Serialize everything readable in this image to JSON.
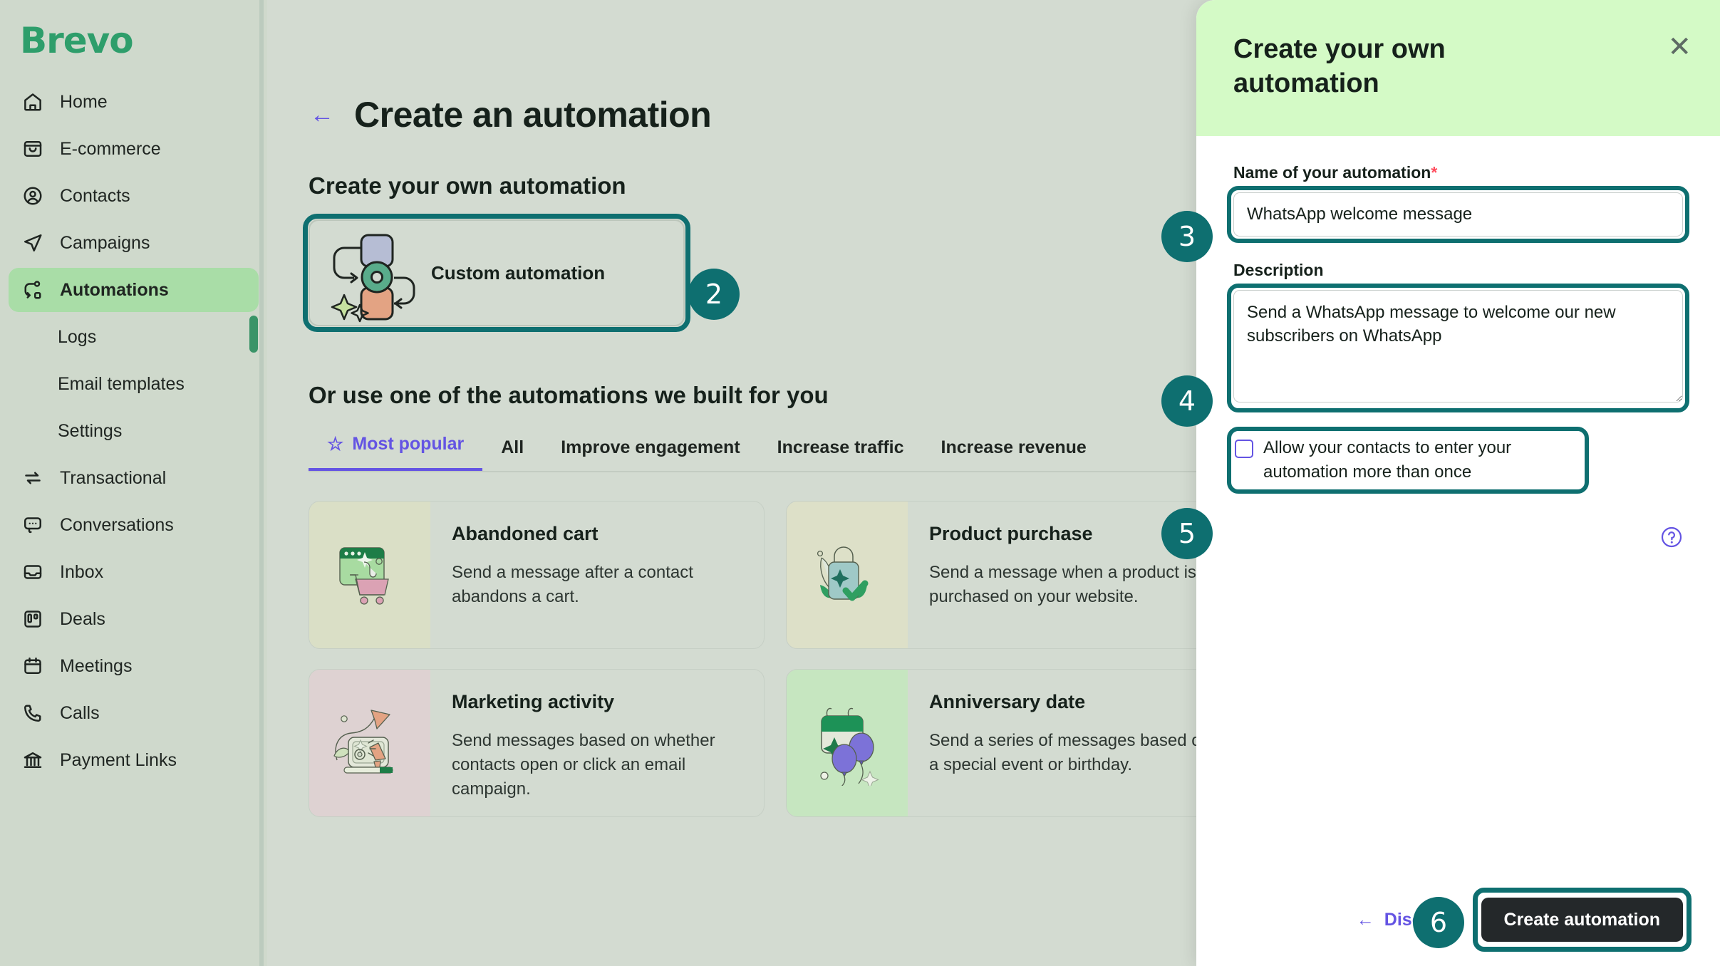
{
  "brand": {
    "name": "Brevo"
  },
  "sidebar": {
    "items": [
      {
        "label": "Home",
        "icon": "home-icon",
        "type": "top",
        "active": false
      },
      {
        "label": "E-commerce",
        "icon": "shopping-bag-icon",
        "type": "top",
        "active": false
      },
      {
        "label": "Contacts",
        "icon": "user-circle-icon",
        "type": "top",
        "active": false
      },
      {
        "label": "Campaigns",
        "icon": "paper-plane-icon",
        "type": "top",
        "active": false
      },
      {
        "label": "Automations",
        "icon": "automation-flow-icon",
        "type": "top",
        "active": true
      },
      {
        "label": "Logs",
        "icon": "",
        "type": "sub",
        "active": false
      },
      {
        "label": "Email templates",
        "icon": "",
        "type": "sub",
        "active": false
      },
      {
        "label": "Settings",
        "icon": "",
        "type": "sub",
        "active": false
      },
      {
        "label": "Transactional",
        "icon": "exchange-arrows-icon",
        "type": "top",
        "active": false
      },
      {
        "label": "Conversations",
        "icon": "chat-bubble-icon",
        "type": "top",
        "active": false
      },
      {
        "label": "Inbox",
        "icon": "inbox-tray-icon",
        "type": "top",
        "active": false
      },
      {
        "label": "Deals",
        "icon": "board-columns-icon",
        "type": "top",
        "active": false
      },
      {
        "label": "Meetings",
        "icon": "calendar-icon",
        "type": "top",
        "active": false
      },
      {
        "label": "Calls",
        "icon": "phone-icon",
        "type": "top",
        "active": false
      },
      {
        "label": "Payment Links",
        "icon": "bank-icon",
        "type": "top",
        "active": false
      }
    ]
  },
  "main": {
    "page_title": "Create an automation",
    "back_arrow": "←",
    "section_own": "Create your own automation",
    "custom_card_label": "Custom automation",
    "section_templates": "Or use one of the automations we built for you",
    "tabs": [
      {
        "label": "Most popular",
        "icon": "star-icon",
        "active": true
      },
      {
        "label": "All",
        "icon": "",
        "active": false
      },
      {
        "label": "Improve engagement",
        "icon": "",
        "active": false
      },
      {
        "label": "Increase traffic",
        "icon": "",
        "active": false
      },
      {
        "label": "Increase revenue",
        "icon": "",
        "active": false
      }
    ],
    "templates": [
      {
        "name": "Abandoned cart",
        "desc": "Send a message after a contact abandons a cart.",
        "art": "abandoned-cart-art",
        "art_bg": "#dadfc6"
      },
      {
        "name": "Product purchase",
        "desc": "Send a message when a product is purchased on your website.",
        "art": "product-purchase-art",
        "art_bg": "#dde0c8"
      },
      {
        "name": "Marketing activity",
        "desc": "Send messages based on whether contacts open or click an email campaign.",
        "art": "marketing-activity-art",
        "art_bg": "#ded2d2"
      },
      {
        "name": "Anniversary date",
        "desc": "Send a series of messages based on a special event or birthday.",
        "art": "anniversary-date-art",
        "art_bg": "#c6e6c0"
      }
    ]
  },
  "panel": {
    "title": "Create your own automation",
    "close_label": "✕",
    "name_label": "Name of your automation",
    "name_required_mark": "*",
    "name_value": "WhatsApp welcome message",
    "name_placeholder": "Name of your automation",
    "description_label": "Description",
    "description_value": "Send a WhatsApp message to welcome our new subscribers on WhatsApp",
    "description_placeholder": "Description",
    "checkbox_label": "Allow your contacts to enter your automation more than once",
    "checkbox_checked": false,
    "help_icon": "help-circle-icon",
    "discard_label": "Discard",
    "discard_arrow": "←",
    "submit_label": "Create automation"
  },
  "annotations": {
    "badges": [
      {
        "number": "2",
        "target": "custom-automation-card"
      },
      {
        "number": "3",
        "target": "name-input"
      },
      {
        "number": "4",
        "target": "description-textarea"
      },
      {
        "number": "5",
        "target": "allow-reentry-checkbox"
      },
      {
        "number": "6",
        "target": "create-automation-button"
      }
    ],
    "highlight_color": "#0e6f70"
  },
  "colors": {
    "brand_green": "#2e9e6b",
    "sidebar_bg": "#cfd9cc",
    "sidebar_active": "#a9dda7",
    "canvas_bg": "#d3dbd1",
    "panel_head": "#d4fac6",
    "accent_purple": "#6454e3",
    "teal_highlight": "#0e6f70",
    "required_red": "#ff4d5e",
    "primary_btn": "#24282a"
  }
}
